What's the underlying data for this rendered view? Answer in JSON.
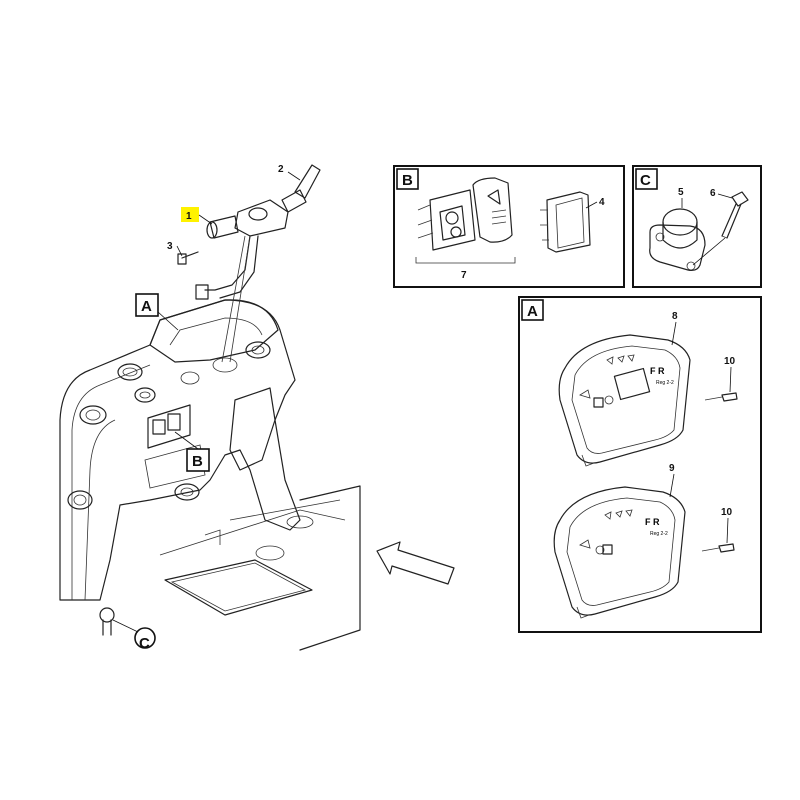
{
  "colors": {
    "highlight": "#fff200",
    "line": "#222222",
    "background": "#ffffff"
  },
  "main_view": {
    "callouts": [
      {
        "label": "1"
      },
      {
        "label": "2"
      },
      {
        "label": "3"
      }
    ],
    "view_tags": [
      {
        "label": "A"
      },
      {
        "label": "B"
      },
      {
        "label": "C"
      }
    ]
  },
  "detail_b": {
    "tag": "B",
    "callouts": [
      {
        "label": "4"
      },
      {
        "label": "7"
      }
    ]
  },
  "detail_c": {
    "tag": "C",
    "callouts": [
      {
        "label": "5"
      },
      {
        "label": "6"
      }
    ]
  },
  "detail_a": {
    "tag": "A",
    "callouts": [
      {
        "label": "8"
      },
      {
        "label": "10"
      },
      {
        "label": "9"
      },
      {
        "label": "10"
      }
    ],
    "cluster_text": [
      {
        "label": "F R"
      },
      {
        "label": "Reg 2-2"
      },
      {
        "label": "F R"
      },
      {
        "label": "Reg 2-2"
      }
    ]
  },
  "arrow_icon": "pointing-arrow-icon"
}
